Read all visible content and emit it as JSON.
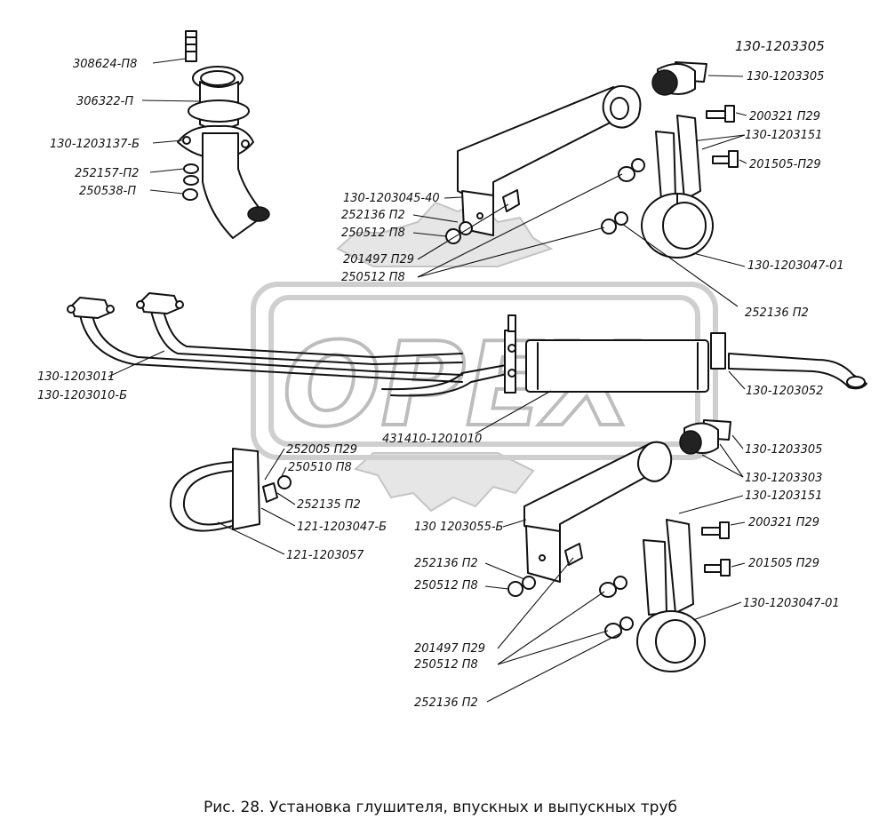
{
  "watermark": "OPEX",
  "labels": {
    "p308624": "308624-П8",
    "p306322": "306322-П",
    "p1203137": "130-1203137-Б",
    "p252157": "252157-П2",
    "p250538": "250538-П",
    "p1203305_header": "130-1203305",
    "p1203305_top": "130-1203305",
    "p200321_top": "200321 П29",
    "p1203151_top": "130-1203151",
    "p201505_top": "201505-П29",
    "p1203045": "130-1203045-40",
    "p252136_a": "252136 П2",
    "p250512_a": "250512 П8",
    "p201497_a": "201497 П29",
    "p250512_b": "250512 П8",
    "p1203047_top": "130-1203047-01",
    "p252136_b": "252136 П2",
    "p1203011": "130-1203011",
    "p1203010": "130-1203010-Б",
    "p1203052": "130-1203052",
    "p431410": "431410-1201010",
    "p252005": "252005 П29",
    "p250510": "250510 П8",
    "p252135": "252135 П2",
    "p1203047_b": "121-1203047-Б",
    "p1203057": "121-1203057",
    "p1203305_mid": "130-1203305",
    "p1203303": "130-1203303",
    "p1203151_bot": "130-1203151",
    "p1203055": "130 1203055-Б",
    "p200321_bot": "200321 П29",
    "p201505_bot": "201505 П29",
    "p252136_c": "252136 П2",
    "p250512_c": "250512 П8",
    "p1203047_bot": "130-1203047-01",
    "p201497_b": "201497 П29",
    "p250512_d": "250512 П8",
    "p252136_d": "252136 П2"
  },
  "caption": "Рис. 28. Установка глушителя, впускных и выпускных труб"
}
